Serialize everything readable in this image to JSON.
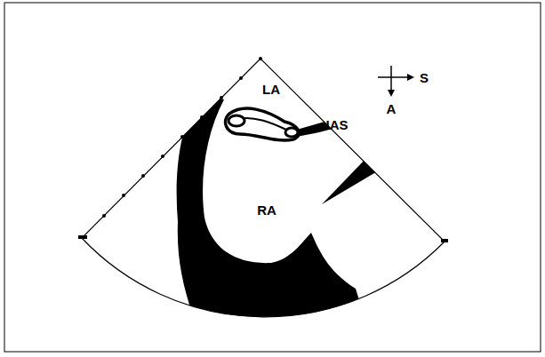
{
  "diagram": {
    "labels": [
      "LA",
      "IAS",
      "S",
      "A",
      "RA"
    ]
  }
}
